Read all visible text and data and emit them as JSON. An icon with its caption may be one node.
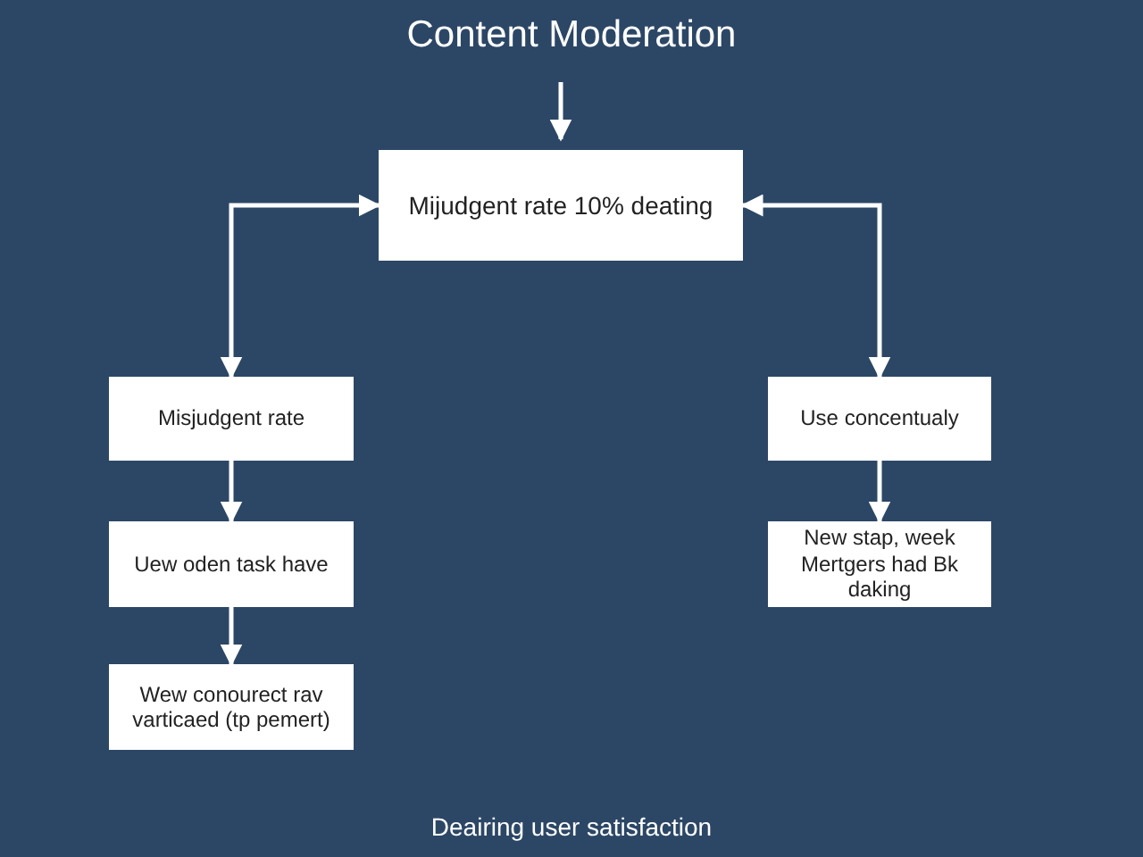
{
  "diagram": {
    "title": "Content Moderation",
    "nodes": [
      {
        "text": [
          "Mijudgent rate 10% deating"
        ]
      },
      {
        "text": [
          "Misjudgent rate"
        ]
      },
      {
        "text": [
          "Uew oden task have"
        ]
      },
      {
        "text": [
          "Wew conourect rav varticaed (tp pemert)"
        ]
      },
      {
        "text": [
          "Use concentualy"
        ]
      },
      {
        "text": [
          "New stap, week Mertgers had Bk daking"
        ]
      }
    ],
    "edges": [
      {
        "from": null,
        "to": 0,
        "arrow": "to"
      },
      {
        "from": 0,
        "to": 1,
        "arrow": "both"
      },
      {
        "from": 0,
        "to": 4,
        "arrow": "both"
      },
      {
        "from": 1,
        "to": 2,
        "arrow": "to"
      },
      {
        "from": 2,
        "to": 3,
        "arrow": "to"
      },
      {
        "from": 4,
        "to": 5,
        "arrow": "to"
      }
    ],
    "labels": [
      "Deairing user satisfaction"
    ]
  }
}
